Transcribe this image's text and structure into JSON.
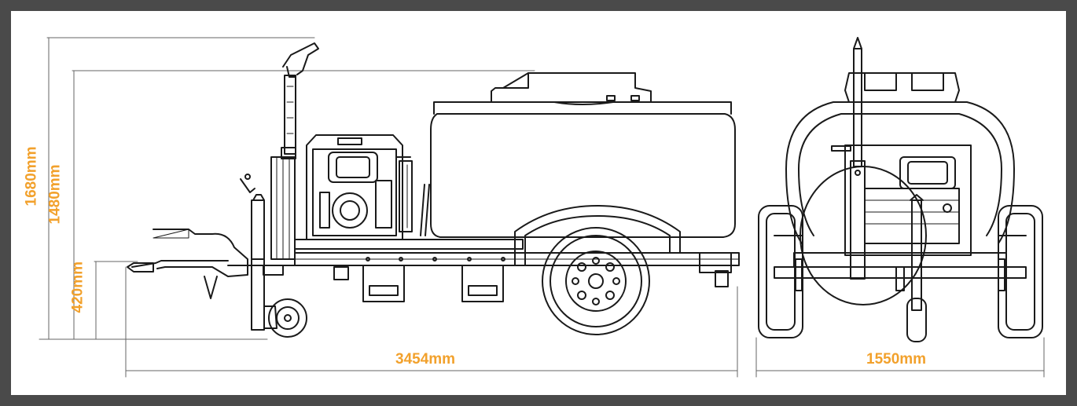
{
  "colors": {
    "frame": "#4a4a4a",
    "line": "#1a1a1a",
    "dimension_text": "#f2a12c",
    "dimension_line": "#555555"
  },
  "dimensions": {
    "height_total": "1680mm",
    "height_frame": "1480mm",
    "hitch_height": "420mm",
    "length": "3454mm",
    "width": "1550mm"
  }
}
